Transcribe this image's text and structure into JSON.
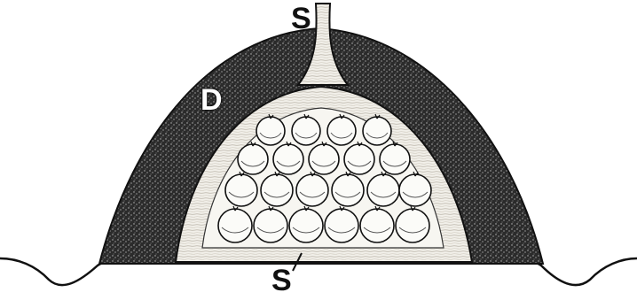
{
  "figure": {
    "labels": {
      "straw_top": "S",
      "soil": "D",
      "straw_bottom": "S"
    },
    "colors": {
      "soil": "#2b2b2b",
      "straw": "#f2f0ea",
      "line": "#111111",
      "tuber": "#fbfbf8"
    }
  }
}
